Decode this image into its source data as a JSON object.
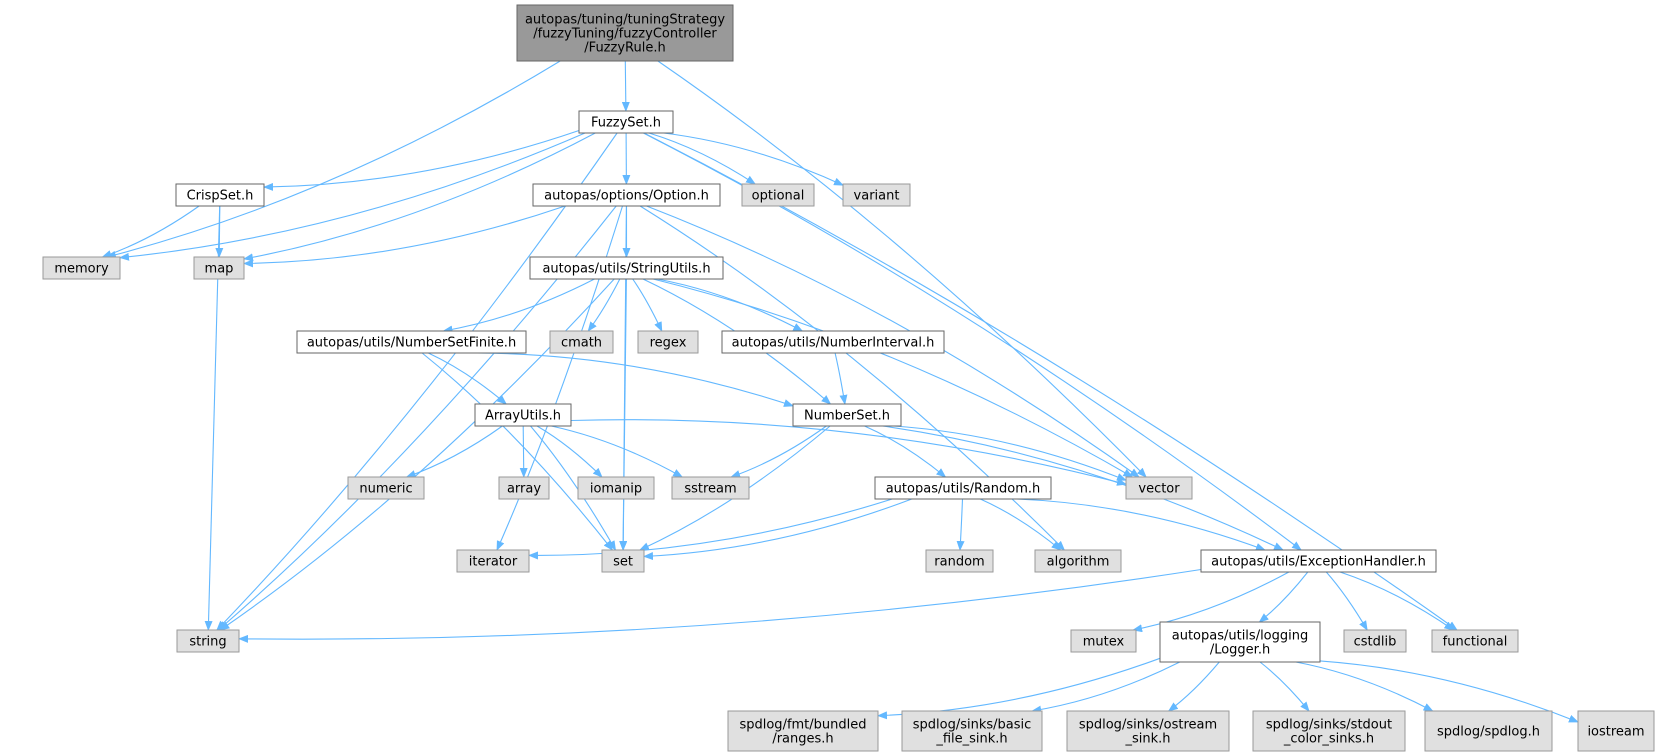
{
  "colors": {
    "edge": "#63b8ff",
    "root_fill": "#999999",
    "root_stroke": "#666666",
    "internal_fill": "#ffffff",
    "internal_stroke": "#666666",
    "external_fill": "#e0e0e0",
    "external_stroke": "#999999"
  },
  "nodes": [
    {
      "id": "root",
      "kind": "root",
      "lines": [
        "autopas/tuning/tuningStrategy",
        "/fuzzyTuning/fuzzyController",
        "/FuzzyRule.h"
      ]
    },
    {
      "id": "fuzzyset",
      "kind": "internal",
      "lines": [
        "FuzzySet.h"
      ]
    },
    {
      "id": "crispset",
      "kind": "internal",
      "lines": [
        "CrispSet.h"
      ]
    },
    {
      "id": "option",
      "kind": "internal",
      "lines": [
        "autopas/options/Option.h"
      ]
    },
    {
      "id": "optional",
      "kind": "external",
      "lines": [
        "optional"
      ]
    },
    {
      "id": "variant",
      "kind": "external",
      "lines": [
        "variant"
      ]
    },
    {
      "id": "memory",
      "kind": "external",
      "lines": [
        "memory"
      ]
    },
    {
      "id": "map",
      "kind": "external",
      "lines": [
        "map"
      ]
    },
    {
      "id": "stringutils",
      "kind": "internal",
      "lines": [
        "autopas/utils/StringUtils.h"
      ]
    },
    {
      "id": "numbersetfinite",
      "kind": "internal",
      "lines": [
        "autopas/utils/NumberSetFinite.h"
      ]
    },
    {
      "id": "cmath",
      "kind": "external",
      "lines": [
        "cmath"
      ]
    },
    {
      "id": "regex",
      "kind": "external",
      "lines": [
        "regex"
      ]
    },
    {
      "id": "numberinterval",
      "kind": "internal",
      "lines": [
        "autopas/utils/NumberInterval.h"
      ]
    },
    {
      "id": "arrayutils",
      "kind": "internal",
      "lines": [
        "ArrayUtils.h"
      ]
    },
    {
      "id": "numberset",
      "kind": "internal",
      "lines": [
        "NumberSet.h"
      ]
    },
    {
      "id": "numeric",
      "kind": "external",
      "lines": [
        "numeric"
      ]
    },
    {
      "id": "array",
      "kind": "external",
      "lines": [
        "array"
      ]
    },
    {
      "id": "iomanip",
      "kind": "external",
      "lines": [
        "iomanip"
      ]
    },
    {
      "id": "sstream",
      "kind": "external",
      "lines": [
        "sstream"
      ]
    },
    {
      "id": "vector",
      "kind": "external",
      "lines": [
        "vector"
      ]
    },
    {
      "id": "random_h",
      "kind": "internal",
      "lines": [
        "autopas/utils/Random.h"
      ]
    },
    {
      "id": "iterator",
      "kind": "external",
      "lines": [
        "iterator"
      ]
    },
    {
      "id": "set",
      "kind": "external",
      "lines": [
        "set"
      ]
    },
    {
      "id": "random",
      "kind": "external",
      "lines": [
        "random"
      ]
    },
    {
      "id": "algorithm",
      "kind": "external",
      "lines": [
        "algorithm"
      ]
    },
    {
      "id": "exceptionhandler",
      "kind": "internal",
      "lines": [
        "autopas/utils/ExceptionHandler.h"
      ]
    },
    {
      "id": "string",
      "kind": "external",
      "lines": [
        "string"
      ]
    },
    {
      "id": "mutex",
      "kind": "external",
      "lines": [
        "mutex"
      ]
    },
    {
      "id": "logger",
      "kind": "internal",
      "lines": [
        "autopas/utils/logging",
        "/Logger.h"
      ]
    },
    {
      "id": "cstdlib",
      "kind": "external",
      "lines": [
        "cstdlib"
      ]
    },
    {
      "id": "functional",
      "kind": "external",
      "lines": [
        "functional"
      ]
    },
    {
      "id": "ranges",
      "kind": "external",
      "lines": [
        "spdlog/fmt/bundled",
        "/ranges.h"
      ]
    },
    {
      "id": "basicfile",
      "kind": "external",
      "lines": [
        "spdlog/sinks/basic",
        "_file_sink.h"
      ]
    },
    {
      "id": "ostream",
      "kind": "external",
      "lines": [
        "spdlog/sinks/ostream",
        "_sink.h"
      ]
    },
    {
      "id": "stdout",
      "kind": "external",
      "lines": [
        "spdlog/sinks/stdout",
        "_color_sinks.h"
      ]
    },
    {
      "id": "spdlog",
      "kind": "external",
      "lines": [
        "spdlog/spdlog.h"
      ]
    },
    {
      "id": "iostream",
      "kind": "external",
      "lines": [
        "iostream"
      ]
    }
  ],
  "edges": [
    [
      "root",
      "fuzzyset"
    ],
    [
      "root",
      "memory"
    ],
    [
      "root",
      "vector"
    ],
    [
      "fuzzyset",
      "crispset"
    ],
    [
      "fuzzyset",
      "option"
    ],
    [
      "fuzzyset",
      "optional"
    ],
    [
      "fuzzyset",
      "variant"
    ],
    [
      "fuzzyset",
      "memory"
    ],
    [
      "fuzzyset",
      "map"
    ],
    [
      "fuzzyset",
      "string"
    ],
    [
      "fuzzyset",
      "exceptionhandler"
    ],
    [
      "fuzzyset",
      "functional"
    ],
    [
      "crispset",
      "memory"
    ],
    [
      "crispset",
      "map"
    ],
    [
      "crispset",
      "string"
    ],
    [
      "option",
      "stringutils"
    ],
    [
      "option",
      "map"
    ],
    [
      "option",
      "iterator"
    ],
    [
      "option",
      "set"
    ],
    [
      "option",
      "vector"
    ],
    [
      "option",
      "algorithm"
    ],
    [
      "option",
      "string"
    ],
    [
      "stringutils",
      "numbersetfinite"
    ],
    [
      "stringutils",
      "cmath"
    ],
    [
      "stringutils",
      "regex"
    ],
    [
      "stringutils",
      "numberinterval"
    ],
    [
      "stringutils",
      "numberset"
    ],
    [
      "stringutils",
      "string"
    ],
    [
      "stringutils",
      "set"
    ],
    [
      "stringutils",
      "vector"
    ],
    [
      "numbersetfinite",
      "arrayutils"
    ],
    [
      "numbersetfinite",
      "numberset"
    ],
    [
      "numbersetfinite",
      "set"
    ],
    [
      "numberinterval",
      "numberset"
    ],
    [
      "arrayutils",
      "numeric"
    ],
    [
      "arrayutils",
      "array"
    ],
    [
      "arrayutils",
      "iomanip"
    ],
    [
      "arrayutils",
      "sstream"
    ],
    [
      "arrayutils",
      "vector"
    ],
    [
      "arrayutils",
      "set"
    ],
    [
      "numberset",
      "sstream"
    ],
    [
      "numberset",
      "vector"
    ],
    [
      "numberset",
      "random_h"
    ],
    [
      "numberset",
      "set"
    ],
    [
      "numberset",
      "exceptionhandler"
    ],
    [
      "random_h",
      "iterator"
    ],
    [
      "random_h",
      "set"
    ],
    [
      "random_h",
      "random"
    ],
    [
      "random_h",
      "algorithm"
    ],
    [
      "random_h",
      "exceptionhandler"
    ],
    [
      "exceptionhandler",
      "string"
    ],
    [
      "exceptionhandler",
      "mutex"
    ],
    [
      "exceptionhandler",
      "logger"
    ],
    [
      "exceptionhandler",
      "cstdlib"
    ],
    [
      "exceptionhandler",
      "functional"
    ],
    [
      "logger",
      "ranges"
    ],
    [
      "logger",
      "basicfile"
    ],
    [
      "logger",
      "ostream"
    ],
    [
      "logger",
      "stdout"
    ],
    [
      "logger",
      "spdlog"
    ],
    [
      "logger",
      "iostream"
    ]
  ]
}
